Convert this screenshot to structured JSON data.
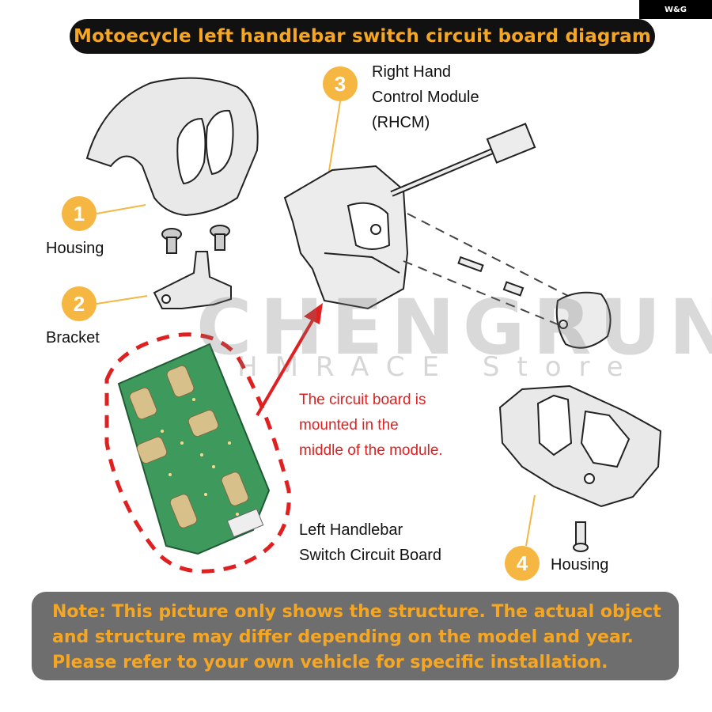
{
  "brand": "W&G",
  "title": "Motoecycle left handlebar switch circuit board diagram",
  "parts": [
    {
      "number": "1",
      "label": "Housing"
    },
    {
      "number": "2",
      "label": "Bracket"
    },
    {
      "number": "3",
      "label_lines": [
        "Right Hand",
        "Control Module",
        "(RHCM)"
      ]
    },
    {
      "number": "4",
      "label": "Housing"
    }
  ],
  "circuit_board_label": [
    "Left Handlebar",
    "Switch Circuit Board"
  ],
  "mount_note": [
    "The circuit board is",
    "mounted in the",
    "middle of the module."
  ],
  "watermark": {
    "line1": "CHENGRUN",
    "line2": "HMRACE Store"
  },
  "note": [
    "Note: This picture only shows the structure. The actual object",
    "and structure may differ depending on the model and year.",
    "Please refer to your own vehicle for specific installation."
  ],
  "colors": {
    "accent": "#f5a623",
    "badge": "#f5b642",
    "highlight": "#e02020",
    "note_bg": "#6e6e6e"
  }
}
